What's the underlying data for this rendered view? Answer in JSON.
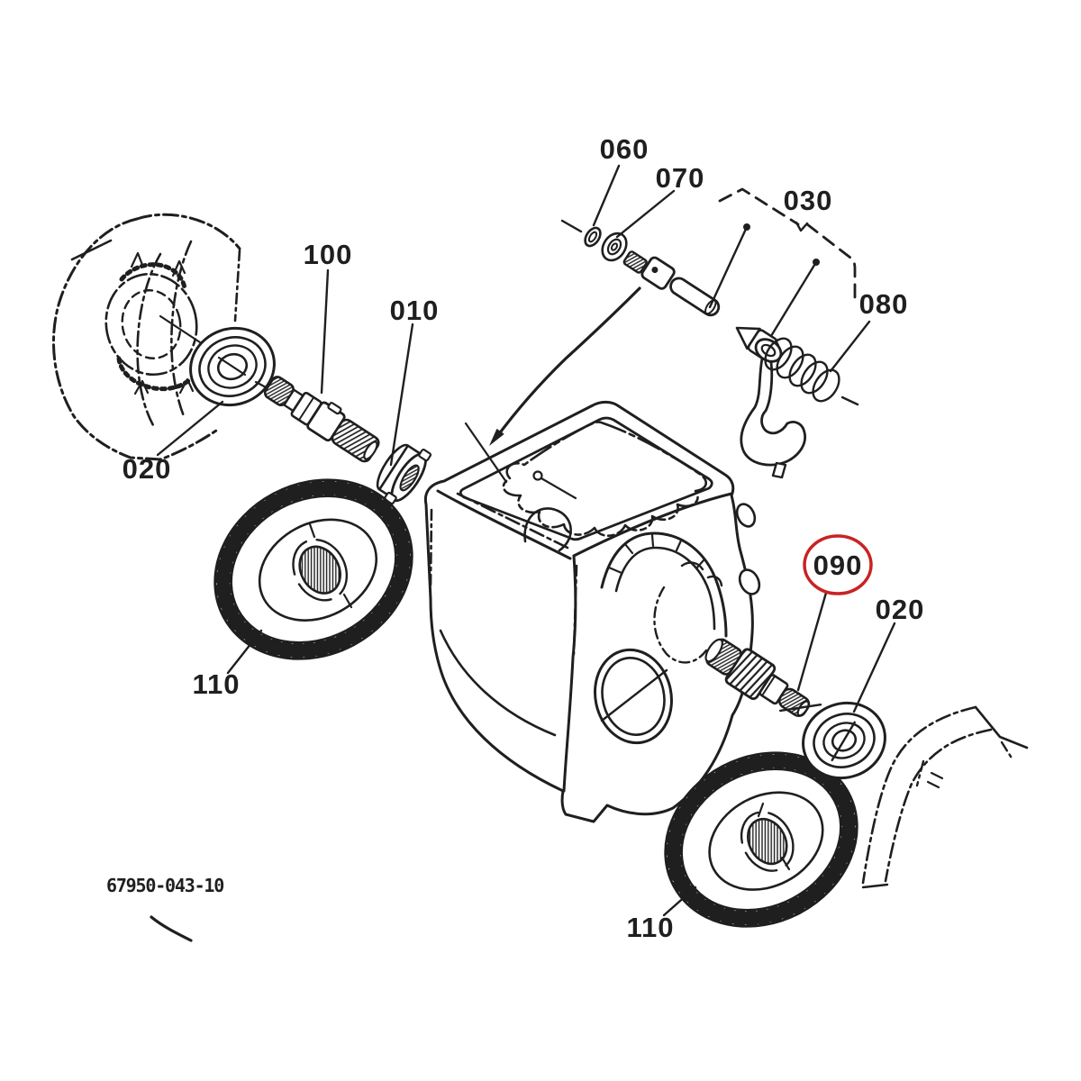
{
  "diagram": {
    "type": "exploded-parts-diagram",
    "drawing_number": "67950-043-10",
    "highlighted_ref": "090",
    "colors": {
      "ink": "#1f1f1f",
      "highlight_circle": "#c92323",
      "background": "#ffffff"
    },
    "callouts": {
      "c060": "060",
      "c070": "070",
      "c030": "030",
      "c080": "080",
      "c100": "100",
      "c010": "010",
      "c020_left": "020",
      "c110_left": "110",
      "c090": "090",
      "c020_right": "020",
      "c110_bottom": "110"
    }
  }
}
